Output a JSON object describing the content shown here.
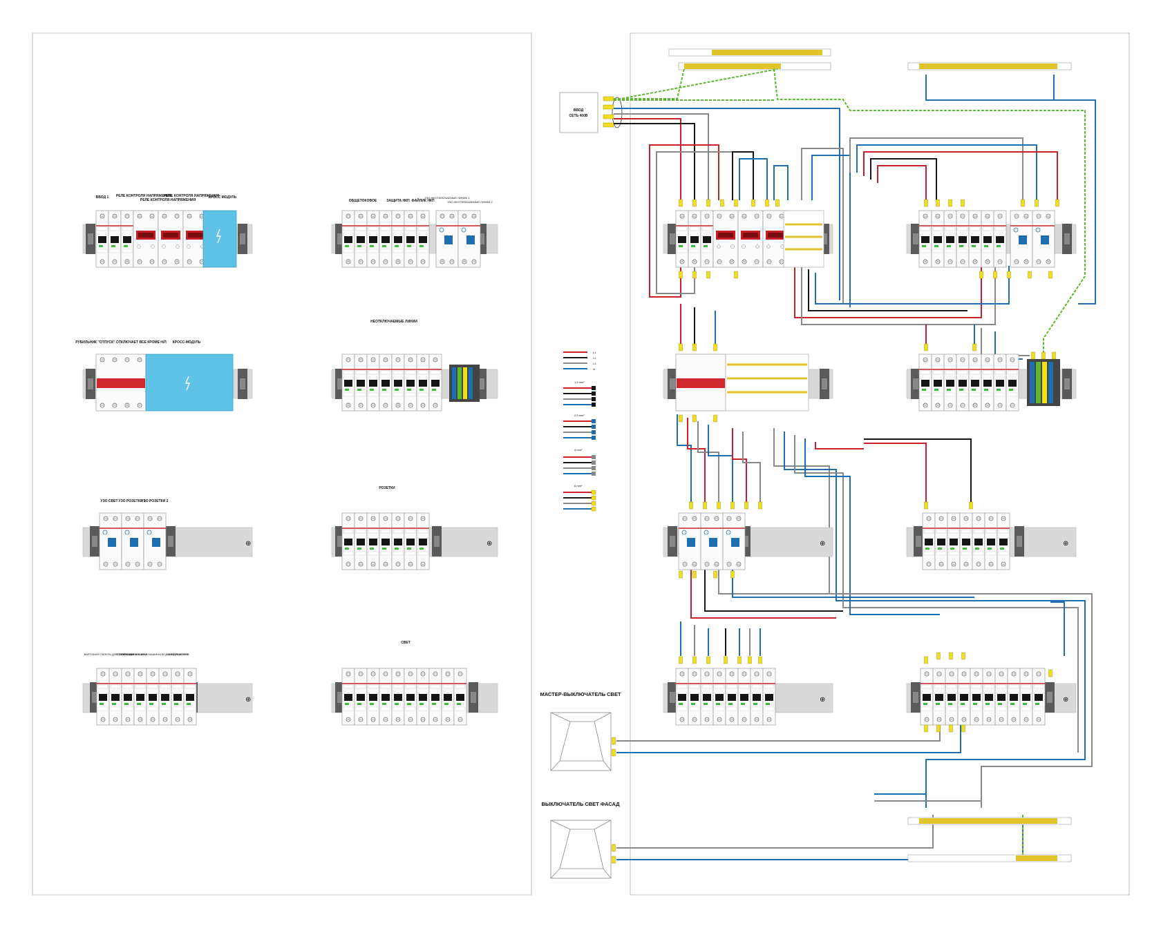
{
  "left_sheet": {
    "rows": [
      {
        "labels": [
          "ВВОД 1",
          "РЕЛЕ КОНТРОЛЯ НАПРЯЖЕНИЯ",
          "РЕЛЕ КОНТРОЛЯ НАПРЯЖЕНИЯ",
          "РЕЛЕ КОНТРОЛЯ НАПРЯЖЕНИЯ",
          "КРОСС МОДУЛЬ"
        ],
        "right_labels": [
          "ОБЩЕТОКОВОЕ",
          "ЗАЩИТА НКП",
          "ФАЙЛИК НКП",
          "УЗО НЕОТКЛЮЧАЕМЫЕ ЛИНИИ 1",
          "УЗО НЕОТКЛЮЧАЕМЫЕ ЛИНИИ 2"
        ]
      },
      {
        "labels": [
          "РУБИЛЬНИК \"ОТПУСК\" ОТКЛЮЧАЕТ ВСЕ КРОМЕ Н/Л",
          "КРОСС-МОДУЛЬ"
        ],
        "right_title": "НЕОТКЛЮЧАЕМЫЕ ЛИНИИ"
      },
      {
        "labels": [
          "УЗО СВЕТ",
          "УЗО РОЗЕТКИ 1",
          "УЗО РОЗЕТКИ 2"
        ],
        "right_title": "РОЗЕТКИ"
      },
      {
        "labels": [
          "ВАРОЧНАЯ ПАНЕЛЬ ДУХОВОЙ ШКАФ",
          "СТИРАЛЬНАЯ МАШИНА",
          "ПОСУДОМОЕЧНАЯ МАШИНА ВОДОНАГРЕВАТЕЛЬ",
          "КОНДИЦИОНЕР"
        ],
        "right_title": "СВЕТ"
      }
    ]
  },
  "right_sheet": {
    "input_box": {
      "line1": "ВВОД",
      "line2": "СЕТЬ 400В"
    },
    "legend": {
      "wires": [
        {
          "color": "#c8202a",
          "label": "L1"
        },
        {
          "color": "#151515",
          "label": "L2"
        },
        {
          "color": "#888888",
          "label": "L3"
        },
        {
          "color": "#1f6fb0",
          "label": "N"
        }
      ],
      "sections": [
        "1,5 mm²",
        "2,5 mm²",
        "4 mm²",
        "6 mm²"
      ]
    },
    "master_switch_label": "МАСТЕР-ВЫКЛЮЧАТЕЛЬ СВЕТ",
    "facade_switch_label": "ВЫКЛЮЧАТЕЛЬ СВЕТ ФАСАД"
  },
  "colors": {
    "L1": "#c8202a",
    "L2": "#151515",
    "L3": "#888888",
    "N": "#1f6fb0",
    "PE": "#5cb82e",
    "cross_module": "#5ec3e6",
    "rail": "#d9d9d9",
    "ferrule": "#f0de1f"
  }
}
